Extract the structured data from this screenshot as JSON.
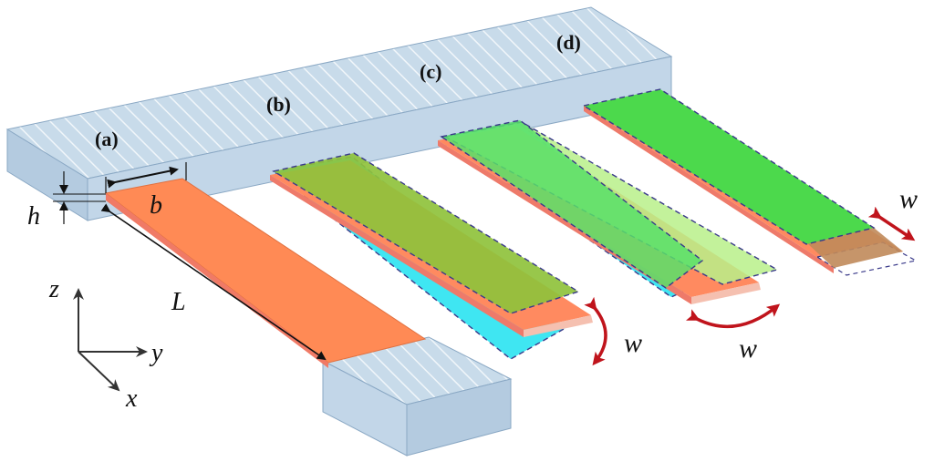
{
  "panels": {
    "a": "(a)",
    "b": "(b)",
    "c": "(c)",
    "d": "(d)"
  },
  "symbols": {
    "h": "h",
    "b": "b",
    "L": "L",
    "w": "w"
  },
  "axes": {
    "z": "z",
    "y": "y",
    "x": "x"
  },
  "colors": {
    "support": "#c5d8e8",
    "support_edge": "#7f9fbf",
    "beam": "#ff8c5a",
    "beam_dark": "#f07a72",
    "mode_green": "#4cd94c",
    "mode_olive": "#8fbf3a",
    "mode_cyan": "#3fe0f0",
    "arrow_red": "#c0141c",
    "dash": "#3a3a8a"
  }
}
